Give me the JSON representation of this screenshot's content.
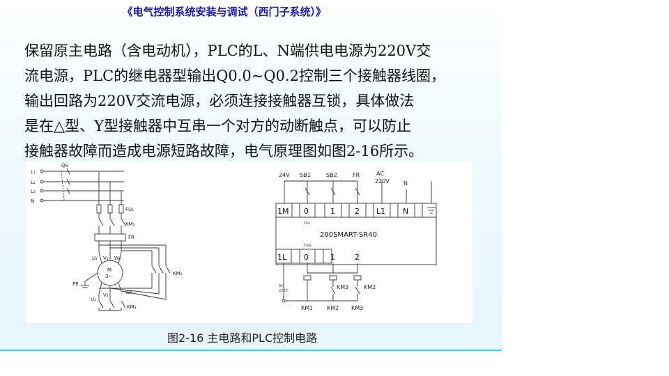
{
  "header": {
    "title": "《电气控制系统安装与调试（西门子系统）》"
  },
  "body": {
    "lines": [
      "保留原主电路（含电动机），PLC的L、N端供电电源为220V交",
      "流电源，PLC的继电器型输出Q0.0~Q0.2控制三个接触器线圈，",
      "输出回路为220V交流电源，必须连接接触器互锁，具体做法",
      "是在△型、Y型接触器中互串一个对方的动断触点，可以防止",
      "接触器故障而造成电源短路故障，电气原理图如图2-16所示。"
    ]
  },
  "figure": {
    "caption": "图2-16  主电路和PLC控制电路",
    "main_circuit": {
      "lines": [
        "L₁",
        "L₂",
        "L₃",
        "N"
      ],
      "qs": "QS",
      "fu": "FU₁",
      "km1": "KM₁",
      "fr": "FR",
      "u1": "U₁",
      "v1": "V₁",
      "w1": "W₁",
      "motor": "M",
      "motor_sub": "3~",
      "pe": "PE",
      "u2": "U₂",
      "v2": "V₂",
      "w2": "W₂",
      "km2": "KM₂",
      "km3": "KM₃"
    },
    "plc_circuit": {
      "supply_24v": "24V",
      "sb1": "SB1",
      "sb2": "SB2",
      "fr": "FR",
      "ac": "AC",
      "ac_v": "220V",
      "n_label": "N",
      "inputs": [
        "1M",
        "0",
        "1",
        "2",
        "L1",
        "N"
      ],
      "input_sub": "DIa",
      "model": "200SMART-SR40",
      "output_sub": "DQa",
      "outputs": [
        "1L",
        "0",
        "1",
        "2"
      ],
      "ac_out": "AC",
      "ac_out_v": "220V",
      "km3_contact": "KM3",
      "km2_contact": "KM2",
      "coils": [
        "KM1",
        "KM2",
        "KM3"
      ]
    }
  }
}
